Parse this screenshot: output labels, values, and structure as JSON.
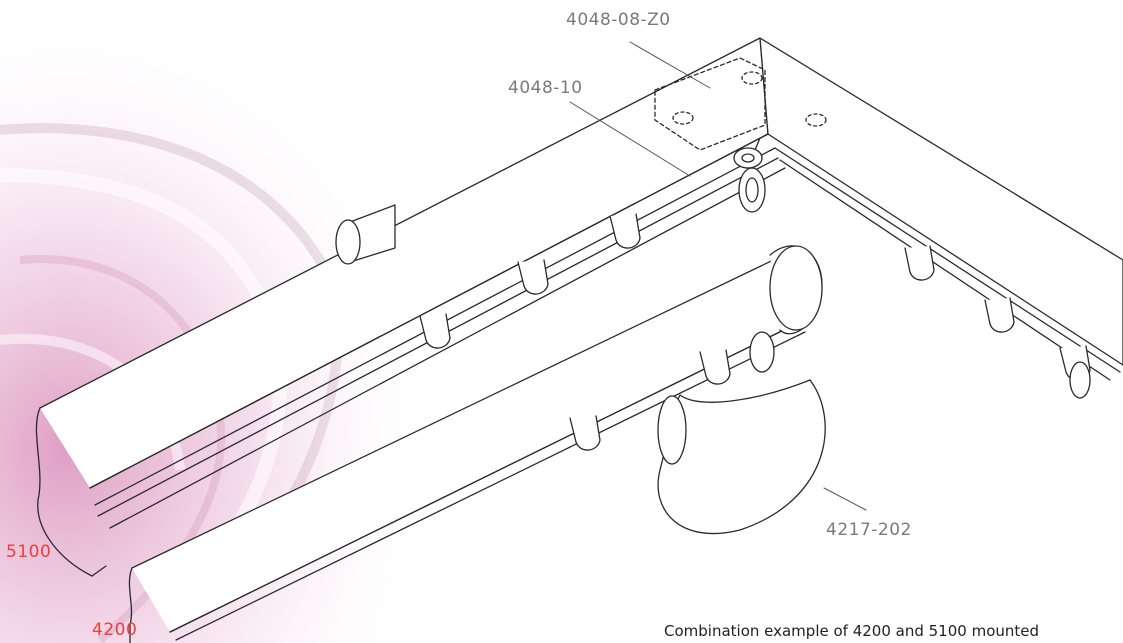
{
  "labels": {
    "part_corner": "4048-08-Z0",
    "part_track": "4048-10",
    "part_bracket": "4217-202",
    "rail_upper": "5100",
    "rail_lower": "4200"
  },
  "caption": "Combination example of 4200 and 5100 mounted",
  "colors": {
    "label_gray": "#7a7a7a",
    "label_red": "#e8403a",
    "line": "#2a2a2a",
    "swirl_pink": "#e3a8c9"
  }
}
